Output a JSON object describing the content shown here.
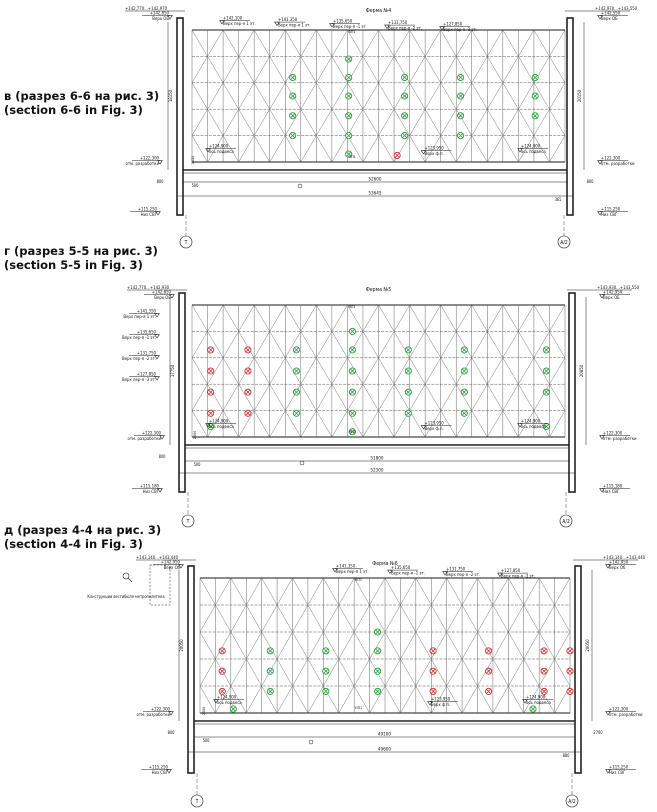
{
  "sections": [
    {
      "label_ru": "в (разрез 6-6 на рис. 3)",
      "label_en": "(section 6-6 in Fig. 3)",
      "title": "Ферма №4",
      "top_left_range": "+142,770...+142,970",
      "top_right_range": "+142,970...+143,550",
      "left_elev_1": "+142,850",
      "left_elev_1_label": "Верх ОБ",
      "right_elev_1": "+142,550",
      "right_elev_1_label": "Верх ОБ",
      "floor_levels": [
        {
          "elev": "+142,100",
          "label": "Верх пер-я 1 эт."
        },
        {
          "elev": "+141,350",
          "label": "Верх пер-я 1 эт."
        },
        {
          "elev": "+135,650",
          "label": "Верх пер-я -1 эт."
        },
        {
          "elev": "+131,750",
          "label": "Верх пер-я -2 эт."
        },
        {
          "elev": "+127,850",
          "label": "Верх пер-я -3 эт."
        }
      ],
      "left_height": "18150",
      "right_height": "20150",
      "hanger_left": "+124,900",
      "hanger_left_label": "ось подвеса",
      "hanger_right": "+124,900",
      "hanger_right_label": "ось подвеса",
      "bottom_mid": "+123,950",
      "bottom_mid_label": "Верх ф.п.",
      "exc_left": "+122,300",
      "exc_left_label": "отм. разработки",
      "exc_right": "+122,300",
      "exc_right_label": "отм. разработки",
      "ticks": {
        "left_h": "2050",
        "left_w": "800",
        "right_w": "800",
        "left_gap": "500",
        "right_gap": "365"
      },
      "span_inner": "52600",
      "span_outer": "53645",
      "pile_left": "+115,250",
      "pile_left_label": "Низ СВГ",
      "pile_right": "+115,250",
      "pile_right_label": "Низ СВГ",
      "axis_left": "Т",
      "axis_right": "А/2",
      "node_vp": "ВП1",
      "node_np": "НП1"
    },
    {
      "label_ru": "г (разрез 5-5 на рис. 3)",
      "label_en": "(section 5-5 in Fig. 3)",
      "title": "Ферма №5",
      "top_left_range": "+142,770...+142,930",
      "top_right_range": "+143,930...+143,550",
      "left_elev_1": "+142,850",
      "left_elev_1_label": "Верх ОБ",
      "right_elev_1": "+142,950",
      "right_elev_1_label": "Верх ОБ",
      "floor_levels": [
        {
          "elev": "+141,350",
          "label": "Верх пер-я 1 эт."
        },
        {
          "elev": "+135,650",
          "label": "Верх пер-я -1 эт."
        },
        {
          "elev": "+131,750",
          "label": "Верх пер-я -2 эт."
        },
        {
          "elev": "+127,850",
          "label": "Верх пер-я -3 эт."
        }
      ],
      "left_height": "17750",
      "right_height": "20850",
      "hanger_left": "+124,900",
      "hanger_left_label": "ось подвеса",
      "hanger_right": "+124,900",
      "hanger_right_label": "ось подвеса",
      "bottom_mid": "+123,950",
      "bottom_mid_label": "Верх ф.п.",
      "exc_left": "+122,300",
      "exc_left_label": "отм. разработки",
      "exc_right": "+122,300",
      "exc_right_label": "отм. разработки",
      "ticks": {
        "left_h": "2600",
        "left_w": "800",
        "right_w": "",
        "left_gap": "500",
        "right_gap": ""
      },
      "span_inner": "51800",
      "span_outer": "52300",
      "pile_left": "+115,180",
      "pile_left_label": "Низ СВГ",
      "pile_right": "+115,180",
      "pile_right_label": "Низ СВГ",
      "axis_left": "Т",
      "axis_right": "А/2",
      "node_vp": "ВП1",
      "node_np": "НП1"
    },
    {
      "label_ru": "д (разрез 4-4 на рис. 3)",
      "label_en": "(section 4-4 in Fig. 3)",
      "title": "Ферма №6",
      "top_left_range": "+143,140...+143,440",
      "top_right_range": "+143,140...+143,440",
      "left_elev_1": "+142,950",
      "left_elev_1_label": "Верх Об",
      "right_elev_1": "+142,950",
      "right_elev_1_label": "Верх Об",
      "floor_levels": [
        {
          "elev": "+141,350",
          "label": "Верх пер-я 1 эт."
        },
        {
          "elev": "+135,650",
          "label": "Верх пер-я -1 эт."
        },
        {
          "elev": "+131,750",
          "label": "Верх пер-я -2 эт."
        },
        {
          "elev": "+127,850",
          "label": "Верх пер-я -3 эт."
        }
      ],
      "left_height": "20050",
      "right_height": "20050",
      "hanger_left": "+124,900",
      "hanger_left_label": "ось подвеса",
      "hanger_right": "+124,900",
      "hanger_right_label": "ось подвеса",
      "bottom_mid": "+123,950",
      "bottom_mid_label": "Верх ф.п.",
      "exc_left": "+122,300",
      "exc_left_label": "отм. разработки",
      "exc_right": "+122,300",
      "exc_right_label": "отм. разработки",
      "ticks": {
        "left_h": "2600",
        "left_w": "800",
        "right_w": "2700",
        "left_gap": "500",
        "right_gap": "880"
      },
      "span_inner": "49100",
      "span_outer": "49600",
      "pile_left": "+115,250",
      "pile_left_label": "Низ СВГ",
      "pile_right": "+115,250",
      "pile_right_label": "Низ СВГ",
      "axis_left": "Т",
      "axis_right": "А/2",
      "node_vp": "ВП1",
      "node_np": "НП1",
      "note": "Конструкции вестибюля метрополитена"
    }
  ],
  "colors": {
    "ink": "#1a1a1a",
    "grid": "#555555",
    "green": "#22a034",
    "red": "#d42a2a",
    "wall": "#222222"
  },
  "markers": {
    "green": [
      [
        [
          0.27,
          0.36
        ],
        [
          0.27,
          0.5
        ],
        [
          0.27,
          0.65
        ],
        [
          0.27,
          0.8
        ],
        [
          0.42,
          0.22
        ],
        [
          0.42,
          0.36
        ],
        [
          0.42,
          0.5
        ],
        [
          0.42,
          0.65
        ],
        [
          0.42,
          0.8
        ],
        [
          0.42,
          0.94
        ],
        [
          0.57,
          0.36
        ],
        [
          0.57,
          0.5
        ],
        [
          0.57,
          0.65
        ],
        [
          0.57,
          0.8
        ],
        [
          0.72,
          0.36
        ],
        [
          0.72,
          0.5
        ],
        [
          0.72,
          0.65
        ],
        [
          0.72,
          0.8
        ],
        [
          0.92,
          0.36
        ],
        [
          0.92,
          0.5
        ],
        [
          0.92,
          0.65
        ]
      ],
      [
        [
          0.28,
          0.34
        ],
        [
          0.28,
          0.5
        ],
        [
          0.28,
          0.66
        ],
        [
          0.28,
          0.82
        ],
        [
          0.43,
          0.2
        ],
        [
          0.43,
          0.34
        ],
        [
          0.43,
          0.5
        ],
        [
          0.43,
          0.66
        ],
        [
          0.43,
          0.82
        ],
        [
          0.58,
          0.34
        ],
        [
          0.58,
          0.5
        ],
        [
          0.58,
          0.66
        ],
        [
          0.58,
          0.82
        ],
        [
          0.73,
          0.34
        ],
        [
          0.73,
          0.5
        ],
        [
          0.73,
          0.66
        ],
        [
          0.73,
          0.82
        ],
        [
          0.95,
          0.34
        ],
        [
          0.95,
          0.5
        ],
        [
          0.95,
          0.66
        ],
        [
          0.43,
          0.96
        ],
        [
          0.95,
          0.92
        ],
        [
          0.05,
          0.92
        ]
      ],
      [
        [
          0.19,
          0.54
        ],
        [
          0.19,
          0.69
        ],
        [
          0.19,
          0.84
        ],
        [
          0.34,
          0.54
        ],
        [
          0.34,
          0.69
        ],
        [
          0.34,
          0.84
        ],
        [
          0.48,
          0.4
        ],
        [
          0.48,
          0.54
        ],
        [
          0.48,
          0.69
        ],
        [
          0.48,
          0.84
        ],
        [
          0.09,
          0.97
        ],
        [
          0.9,
          0.97
        ]
      ]
    ],
    "red": [
      [
        [
          0.55,
          0.95
        ]
      ],
      [
        [
          0.05,
          0.34
        ],
        [
          0.05,
          0.5
        ],
        [
          0.05,
          0.66
        ],
        [
          0.05,
          0.82
        ],
        [
          0.15,
          0.34
        ],
        [
          0.15,
          0.5
        ],
        [
          0.15,
          0.66
        ],
        [
          0.15,
          0.82
        ]
      ],
      [
        [
          0.06,
          0.54
        ],
        [
          0.06,
          0.69
        ],
        [
          0.06,
          0.84
        ],
        [
          0.63,
          0.54
        ],
        [
          0.63,
          0.69
        ],
        [
          0.63,
          0.84
        ],
        [
          0.78,
          0.54
        ],
        [
          0.78,
          0.69
        ],
        [
          0.78,
          0.84
        ],
        [
          0.93,
          0.54
        ],
        [
          0.93,
          0.69
        ],
        [
          0.93,
          0.84
        ],
        [
          1.0,
          0.54
        ],
        [
          1.0,
          0.69
        ],
        [
          1.0,
          0.84
        ]
      ]
    ]
  }
}
